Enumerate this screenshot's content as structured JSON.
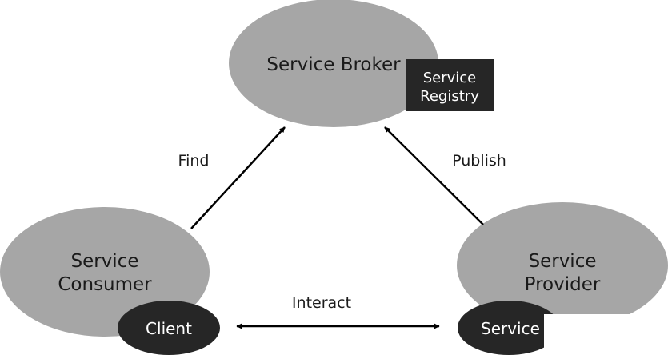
{
  "nodes": {
    "broker": {
      "label": "Service Broker"
    },
    "registry": {
      "line1": "Service",
      "line2": "Registry"
    },
    "consumer": {
      "line1": "Service",
      "line2": "Consumer"
    },
    "client": {
      "label": "Client"
    },
    "provider": {
      "line1": "Service",
      "line2": "Provider"
    },
    "service": {
      "label": "Service"
    }
  },
  "edges": {
    "find": {
      "label": "Find"
    },
    "publish": {
      "label": "Publish"
    },
    "interact": {
      "label": "Interact"
    }
  },
  "colors": {
    "ellipse_fill": "#a6a6a6",
    "dark_fill": "#262626",
    "text_dark": "#1a1a1a",
    "text_light": "#ffffff",
    "arrow": "#000000"
  }
}
